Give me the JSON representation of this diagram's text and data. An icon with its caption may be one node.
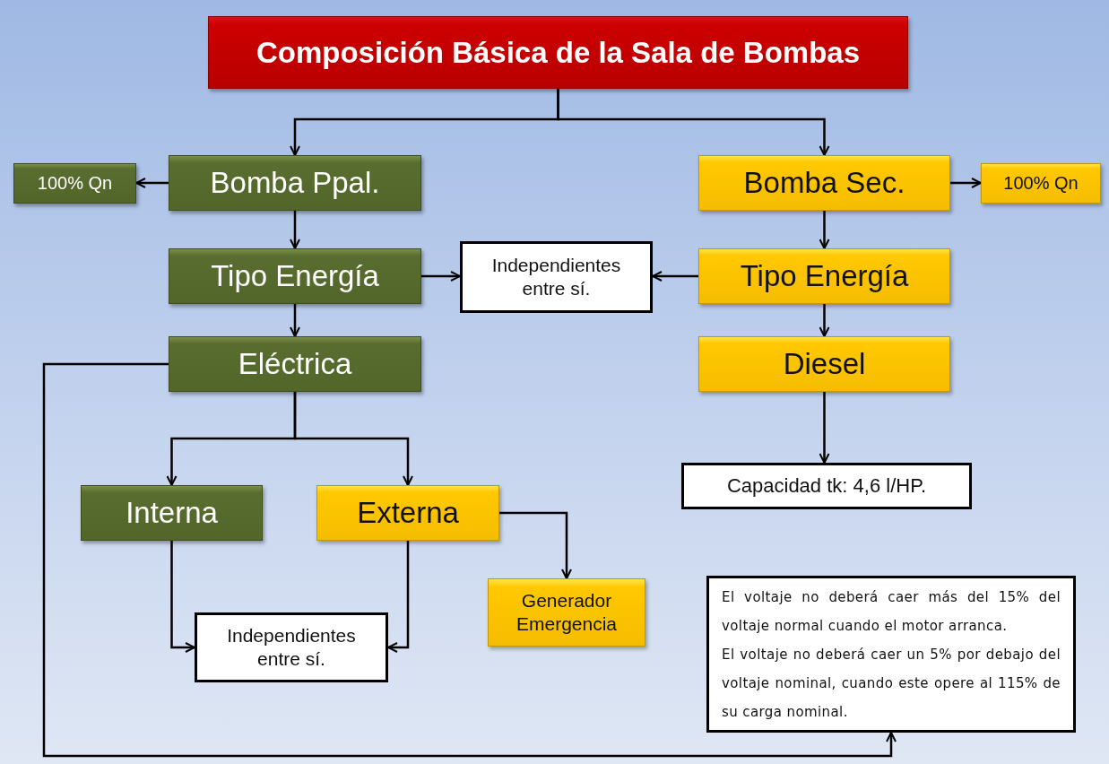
{
  "diagram": {
    "nodes": [
      {
        "text": [
          "Composición Básica de la Sala de Bombas"
        ]
      },
      {
        "text": [
          "100% Qn"
        ]
      },
      {
        "text": [
          "Bomba Ppal."
        ]
      },
      {
        "text": [
          "Bomba Sec."
        ]
      },
      {
        "text": [
          "100% Qn"
        ]
      },
      {
        "text": [
          "Tipo Energía"
        ]
      },
      {
        "text": [
          "Independientes entre sí."
        ]
      },
      {
        "text": [
          "Tipo Energía"
        ]
      },
      {
        "text": [
          "Eléctrica"
        ]
      },
      {
        "text": [
          "Diesel"
        ]
      },
      {
        "text": [
          "Capacidad tk: 4,6 l/HP."
        ]
      },
      {
        "text": [
          "Interna"
        ]
      },
      {
        "text": [
          "Externa"
        ]
      },
      {
        "text": [
          "Generador Emergencia"
        ]
      },
      {
        "text": [
          "Independientes entre sí."
        ]
      },
      {
        "text": [
          "El voltaje no deberá caer más del 15% del voltaje normal cuando el motor arranca.",
          "El voltaje no deberá caer un 5% por debajo del voltaje nominal, cuando este opere al 115% de su carga nominal."
        ]
      }
    ],
    "edges": [
      {
        "from": 0,
        "to": 2,
        "arrow": "to"
      },
      {
        "from": 0,
        "to": 3,
        "arrow": "to"
      },
      {
        "from": 2,
        "to": 1,
        "arrow": "to"
      },
      {
        "from": 3,
        "to": 4,
        "arrow": "to"
      },
      {
        "from": 2,
        "to": 5,
        "arrow": "to"
      },
      {
        "from": 3,
        "to": 7,
        "arrow": "to"
      },
      {
        "from": 5,
        "to": 6,
        "arrow": "to"
      },
      {
        "from": 7,
        "to": 6,
        "arrow": "to"
      },
      {
        "from": 5,
        "to": 8,
        "arrow": "to"
      },
      {
        "from": 7,
        "to": 9,
        "arrow": "to"
      },
      {
        "from": 9,
        "to": 10,
        "arrow": "to"
      },
      {
        "from": 8,
        "to": 11,
        "arrow": "to"
      },
      {
        "from": 8,
        "to": 12,
        "arrow": "to"
      },
      {
        "from": 12,
        "to": 13,
        "arrow": "to"
      },
      {
        "from": 11,
        "to": 14,
        "arrow": "to"
      },
      {
        "from": 12,
        "to": 14,
        "arrow": "to"
      },
      {
        "from": 8,
        "to": 15,
        "arrow": "to"
      }
    ]
  }
}
